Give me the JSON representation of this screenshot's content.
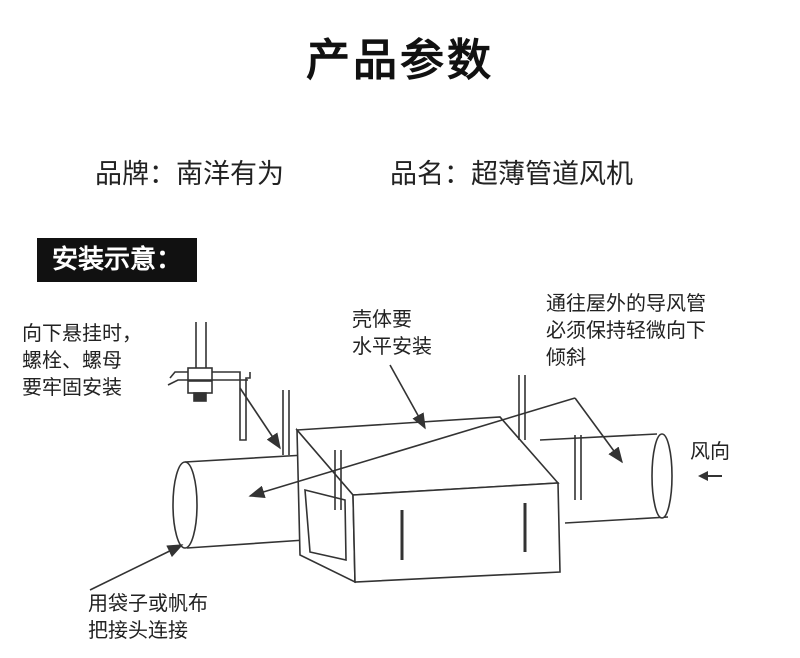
{
  "title": "产品参数",
  "brand": "品牌：南洋有为",
  "product_name": "品名：超薄管道风机",
  "section_label": "安装示意：",
  "notes": {
    "hanging": "向下悬挂时，\n螺栓、螺母\n要牢固安装",
    "housing": "壳体要\n水平安装",
    "duct": "通往屋外的导风管\n必须保持轻微向下\n倾斜",
    "wind": "风向",
    "joint": "用袋子或帆布\n把接头连接"
  }
}
